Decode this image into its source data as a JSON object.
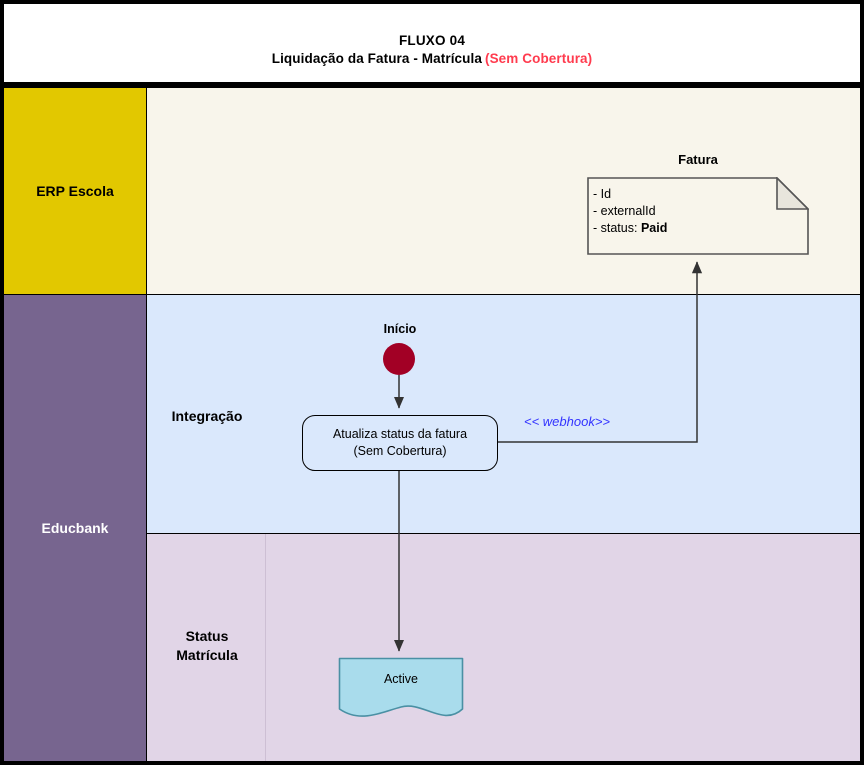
{
  "title": {
    "line1": "FLUXO 04",
    "line2": "Liquidação da Fatura - Matrícula",
    "suffix": "(Sem Cobertura)",
    "suffix_color": "#FF3B4E"
  },
  "pools": [
    {
      "name": "erp-escola",
      "label": "ERP Escola",
      "color": "#E2C800",
      "text_color": "#000000"
    },
    {
      "name": "educbank",
      "label": "Educbank",
      "color": "#77658F",
      "text_color": "#FFFFFF"
    }
  ],
  "lanes": [
    {
      "name": "erp-lane",
      "label": "",
      "color": "#F8F5EB"
    },
    {
      "name": "integracao",
      "label": "Integração",
      "color": "#DAE8FC"
    },
    {
      "name": "status-matricula",
      "label_line1": "Status",
      "label_line2": "Matrícula",
      "color": "#E1D5E7"
    }
  ],
  "artifacts": {
    "fatura_note": {
      "title": "Fatura",
      "lines": [
        {
          "text": "- Id"
        },
        {
          "text": "- externalId"
        },
        {
          "prefix": "- status: ",
          "strong": "Paid"
        }
      ],
      "fill": "#F8F5EB",
      "stroke": "#555555"
    }
  },
  "nodes": {
    "start_event": {
      "label": "Início",
      "color": "#A20025"
    },
    "task": {
      "line1": "Atualiza status da fatura",
      "line2": "(Sem Cobertura)",
      "fill": "#DAE8FC"
    },
    "status_doc": {
      "label": "Active",
      "fill": "#A9DCEC",
      "stroke": "#4A90A4"
    }
  },
  "connectors": [
    {
      "name": "start-to-task",
      "label": ""
    },
    {
      "name": "task-to-fatura",
      "label": "<< webhook>>",
      "label_color": "#3333FF"
    },
    {
      "name": "task-to-active",
      "label": ""
    }
  ]
}
